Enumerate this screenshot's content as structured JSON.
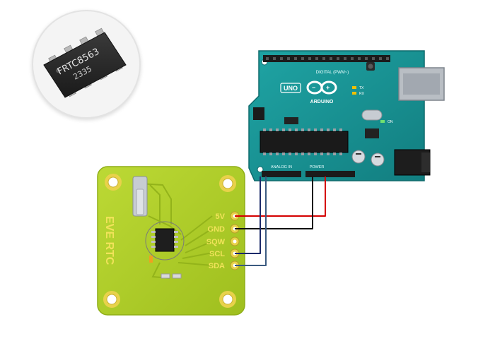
{
  "chip": {
    "part_number": "FRTC8563",
    "date_code": "2335"
  },
  "arduino": {
    "board_name": "UNO",
    "brand": "ARDUINO",
    "digital_label": "DIGITAL (PWM~)",
    "analog_label": "ANALOG IN",
    "power_label": "POWER",
    "tx_label": "TX",
    "rx_label": "RX",
    "on_label": "ON"
  },
  "module": {
    "name": "EVE RTC",
    "pins": [
      "5V",
      "GND",
      "SQW",
      "SCL",
      "SDA"
    ]
  },
  "colors": {
    "module_board": "#b4d22a",
    "arduino_board": "#1a9a9a",
    "wire_5v": "#d40000",
    "wire_gnd": "#111111",
    "wire_scl": "#1c2a6a",
    "wire_sda": "#3a5a80"
  }
}
